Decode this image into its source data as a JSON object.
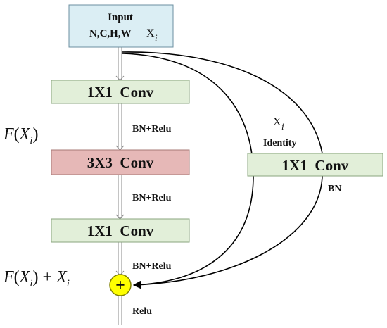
{
  "input": {
    "line1": "Input",
    "line2": "N,C,H,W",
    "x_var": "X",
    "x_sub": "i"
  },
  "blocks": {
    "conv1": "1X1  Conv",
    "conv2": "3X3  Conv",
    "conv3": "1X1  Conv",
    "shortcut_conv": "1X1  Conv"
  },
  "edge_labels": {
    "bn_relu_1": "BN+Relu",
    "bn_relu_2": "BN+Relu",
    "bn_relu_3": "BN+Relu",
    "relu": "Relu",
    "identity": "Identity",
    "shortcut_x_var": "X",
    "shortcut_x_sub": "i",
    "shortcut_bn": "BN"
  },
  "math": {
    "f_of_x": {
      "f": "F",
      "open": "(",
      "x": "X",
      "sub": "i",
      "close": ")"
    },
    "f_plus_x": {
      "f": "F",
      "open": "(",
      "x": "X",
      "sub": "i",
      "close": ")",
      "plus": " + ",
      "x2": "X",
      "sub2": "i"
    }
  },
  "adder": {
    "symbol": "+"
  },
  "colors": {
    "input_fill": "#dbeef4",
    "input_stroke": "#6b8fa0",
    "conv_fill": "#e2efd9",
    "conv_stroke": "#8aa67e",
    "conv3x3_fill": "#e6b8b7",
    "conv3x3_stroke": "#a77876",
    "adder_fill": "#ffff00",
    "adder_stroke": "#808000",
    "line": "#000000",
    "pipe": "#8a8a8a"
  }
}
